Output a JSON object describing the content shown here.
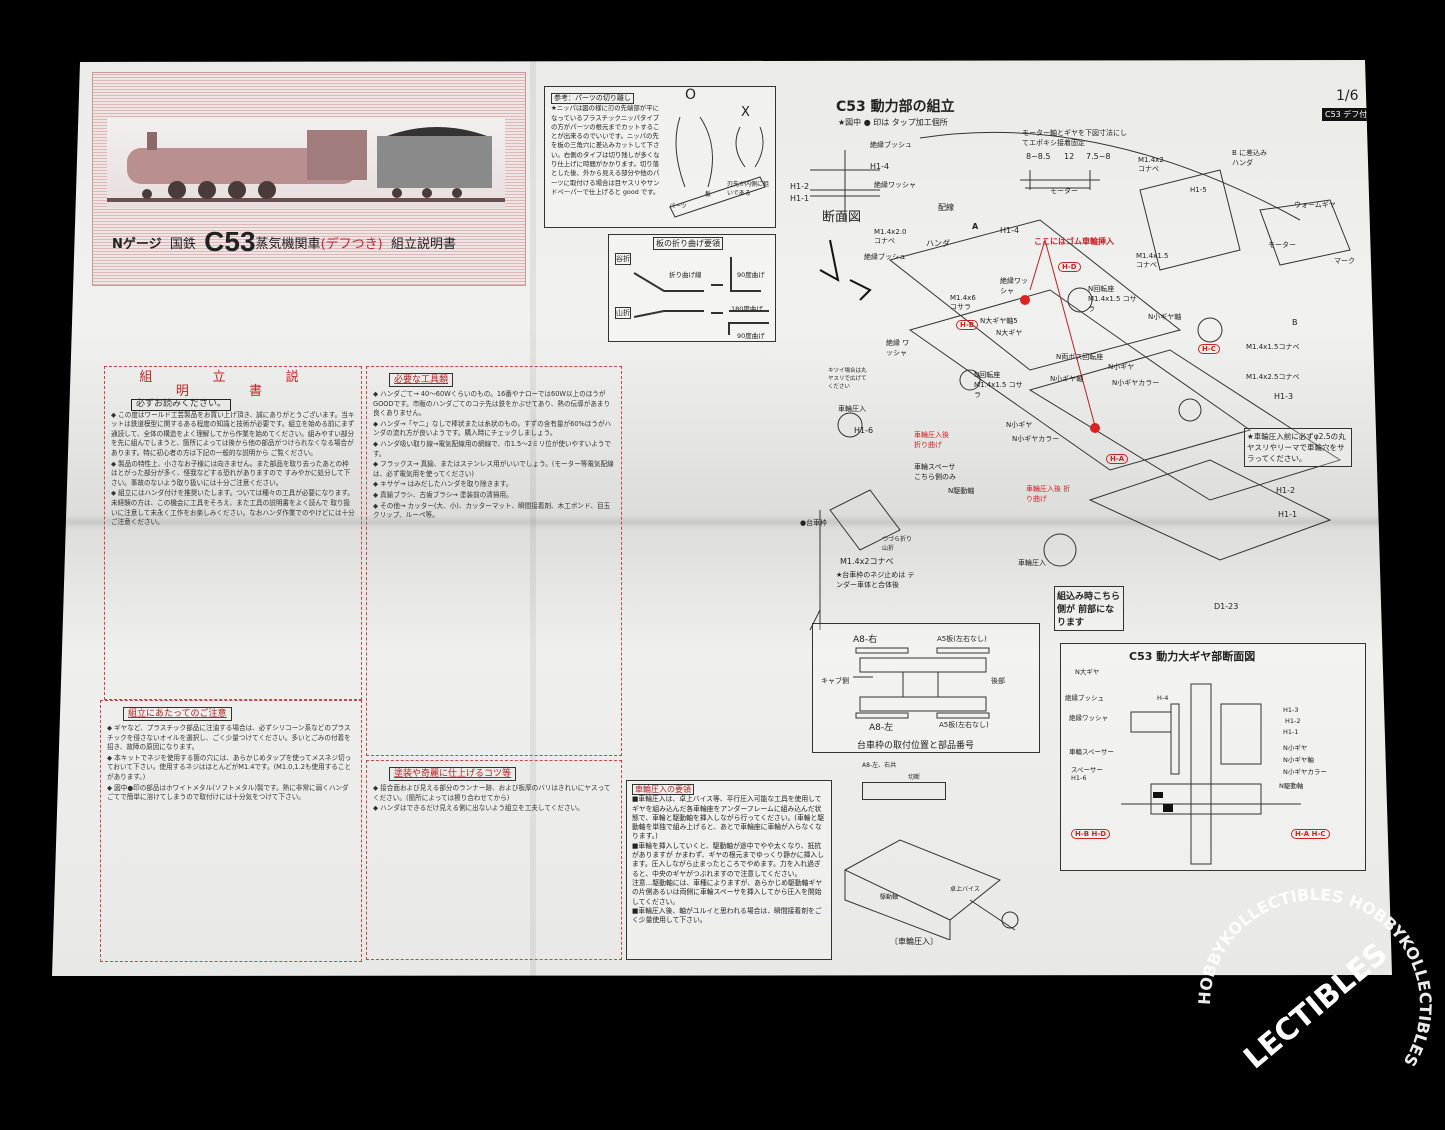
{
  "header": {
    "gauge": "Nゲージ",
    "railway": "国鉄",
    "model": "C53",
    "type": "蒸気機関車",
    "variant": "(デフつき)",
    "doc": "組立説明書",
    "page": "1/6",
    "badge": "C53 デフ付"
  },
  "instructions": {
    "title": "組 立 説 明 書",
    "must_read": "必ずお読みください。",
    "paras": [
      "この度はワールド工芸製品をお買い上げ頂き、誠にありがとうございます。当キットは鉄道模型に関するある程度の知識と技術が必要です。組立を始める前にまず通読して、全体の構造をよく理解してから作業を始めてください。組みやすい部分を先に組んでしまうと、箇所によっては後から他の部品がつけられなくなる場合があります。特に初心者の方は下記の一般的な説明から ご覧ください。",
      "製品の特性上、小さなお子様には向きません。また部品を取り去ったあとの枠はとがった部分が多く、怪我などする恐れがありますので すみやかに処分して下さい。事故のないよう取り扱いには十分ご注意ください。",
      "組立にはハンダ付けを推奨いたします。ついては種々の工具が必要になります。未経験の方は、この機会に工具をそろえ、また工具の説明書をよく読んで 取り扱いに注意して末永く工作をお楽しみください。なおハンダ作業でのやけどには十分ご注意ください。"
    ],
    "caution_heading": "組立にあたってのご注意",
    "caution_paras": [
      "ギヤなど、プラスチック部品に注油する場合は、必ずシリコーン系などのプラスチックを侵さないオイルを選択し、ごく少量つけてください。多いとごみの付着を招き、故障の原因になります。",
      "本キットでネジを使用する箇の穴には、あらかじめタップを使ってメスネジ切っておいて下さい。使用するネジはほとんどがM1.4です。(M1.0,1.2も使用することがあります。)",
      "図中●印の部品はホワイトメタル(ソフトメタル)製です。熱に非常に弱くハンダごてで簡単に溶けてしまうので取付けには十分気をつけて下さい。"
    ]
  },
  "tools": {
    "heading": "必要な工具類",
    "paras": [
      "ハンダごて→ 40〜60Wくらいのもの。16番やナローでは60W以上のほうがGOODです。市販のハンダごてのコテ先は鉄をかぶせてあり、熱の伝導があまり良くありません。",
      "ハンダ→「ヤニ」なしで棒状または糸状のもの。すずの含有量が60%ほうがハンダの流れ方が良いようです。購入時にチェックしましょう。",
      "ハンダ吸い取り線→電気配線用の網線で、巾1.5〜2ミリ位が使いやすいようです。",
      "フラックス→ 真鍮、またはステンレス用がいいでしょう。(モーター等電気配線は、必ず電気用を使ってください)",
      "キサゲ→ はみだしたハンダを取り除きます。",
      "真鍮ブラシ、古歯ブラシ→ 塗装前の清掃用。",
      "その他→ カッター(大、小)、カッターマット、瞬間接着剤、木工ボンド、目玉クリップ、ルーペ等。"
    ],
    "paint_heading": "塗装や奇麗に仕上げるコツ等",
    "paint_paras": [
      "接合面および見える部分のランナー跡、および板厚のバリはきれいにヤスってください。(箇所によっては擦り合わせてから)",
      "ハンダはできるだけ見える側に出ないよう組立を工夫してください。"
    ]
  },
  "cutting_note": {
    "heading": "参考：パーツの切り離し",
    "text": "★ニッパは図の様に刃の先端部が平になっているプラスチックニッパタイプの方がパーツの根元までカットすることが出来るのでいいです。ニッパの先を板の三角穴に差込みカットして下さい。右側のタイプは切り残しが多くなり仕上げに時間がかかります。切り落とした後、外から見える部分や他のパーツに取付ける場合は目ヤスリやサンドペーパーで仕上げると good です。",
    "good": "O",
    "bad": "X",
    "parts": "パーツ",
    "plate": "板",
    "blade_note": "刃先が内側に狙いである"
  },
  "bending": {
    "heading": "板の折り曲げ要領",
    "valley": "谷折",
    "mountain": "山折",
    "fold_line": "折り曲げ線",
    "deg90": "90度曲げ",
    "deg180": "180度曲げ",
    "deg90b": "90度曲げ"
  },
  "assembly": {
    "title": "C53 動力部の組立",
    "note": "★図中 ● 印は タップ加工個所",
    "motor_note": "モーター軸とギヤを下図寸法にしてエポキシ接着固定",
    "dims": [
      "8~8.5",
      "12",
      "7.5~8"
    ],
    "motor": "モーター",
    "section": "断面図",
    "labels": {
      "bush": "絶縁ブッシュ",
      "h14": "H1-4",
      "washer": "絶縁ワッシャ",
      "h12": "H1-2",
      "h11": "H1-1",
      "wiring": "配線",
      "a": "A",
      "screw20": "M1.4x2.0 コナベ",
      "solder": "ハンダ",
      "h14b": "H1-4",
      "rubber": "ここにはゴム車輪挿入",
      "hd": "H-D",
      "hb": "H-B",
      "hc": "H-C",
      "ha": "H-A",
      "bush2": "絶縁ブッシュ",
      "washer2": "絶縁ワッシャ",
      "m6": "M1.4x6 コサラ",
      "bigaxle": "N大ギヤ軸5",
      "biggear": "N大ギヤ",
      "rot1": "N回転座 M1.4x1.5 コサラ",
      "rot2": "N回転座 M1.4x1.5 コサラ",
      "small_axle": "N小ギヤ軸",
      "boss": "N両ボス回転座",
      "small_axle2": "N小ギヤ軸",
      "small_gear": "N小ギヤ",
      "collar": "N小ギヤカラー",
      "small_gear2": "N小ギヤ",
      "collar2": "N小ギヤカラー",
      "m15": "M1.4x1.5コナベ",
      "m25": "M1.4x2.5コナベ",
      "h13": "H1-3",
      "washer3": "絶縁 ワッシャ",
      "tight": "キツイ場合は丸ヤスリで広げてください",
      "press": "車輪圧入",
      "h16": "H1-6",
      "bend_after": "車輪圧入後 折り曲げ",
      "spacer": "車輪スペーサ こちら側のみ",
      "drive": "N駆動軸",
      "bend_after2": "車輪圧入後 折り曲げ",
      "bogie": "●台車枠",
      "zigzag": "つづら折り 山折",
      "m2": "M1.4x2コナベ",
      "bogie_note": "★台車枠のネジ止めは テンダー車体と合体後",
      "press2": "車輪圧入",
      "front": "組込み時こちら側が 前部になります",
      "h12b": "H1-2",
      "h11b": "H1-1",
      "d123": "D1-23",
      "axle_note": "★車輪圧入前に必ずφ2.5の丸ヤスリやリーマで車輪穴をサラってください。",
      "m2b": "M1.4x2 コナベ",
      "b_solder": "B に差込み ハンダ",
      "h15": "H1-5",
      "worm": "ウォームギヤ",
      "m15b": "M1.4x1.5 コナベ",
      "mark": "マーク",
      "b": "B",
      "motor2": "モーター"
    }
  },
  "bogie_frame": {
    "a8r": "A8-右",
    "a5a": "A5板(左右なし)",
    "cab": "キャブ側",
    "rear": "後部",
    "a8l": "A8-左",
    "a5b": "A5板(左右なし)",
    "caption": "台車枠の取付位置と部品番号",
    "both": "A8-左、右共",
    "cut": "切断"
  },
  "press_fit": {
    "heading": "車輪圧入の要領",
    "paras": [
      "■車輪圧入は、卓上バイス等、平行圧入可能な工具を使用してギヤを組み込んだ各車輪座をアンダーフレームに組み込んだ状態で、車輪と駆動軸を挿入しながら行ってください。(車輪と駆動軸を単独で組み上げると、あとで車輪座に車輪が入らなくなります。)",
      "■車輪を挿入していくと、駆動軸が途中でやや太くなり、抵抗がありますが かまわず、ギヤの根元までゆっくり静かに挿入します。圧入しながら止まったところでやめます。力を入れ過ぎると、中央のギヤがつぶれますので注意してください。",
      "注意…駆動軸には、車種によりますが、あらかじめ駆動軸ギヤの片側あるいは両側に車輪スペーサを挿入してから圧入を開始してください。",
      "■車輪圧入後、軸がユルイと思われる場合は、瞬間接着剤をごく少量使用して下さい。"
    ],
    "vise": "卓上バイス",
    "axle": "駆動軸",
    "caption": "〔車輪圧入〕"
  },
  "cross_section": {
    "title": "C53 動力大ギヤ部断面図",
    "labels": [
      "N大ギヤ",
      "絶縁ブッシュ",
      "H-4",
      "絶縁ワッシャ",
      "車輪スペーサー",
      "スペーサー H1-6",
      "H1-3",
      "H1-2",
      "H1-1",
      "N小ギヤ",
      "N小ギヤ軸",
      "N小ギヤカラー",
      "N駆動軸"
    ],
    "tag1": "H-B H-D",
    "tag2": "H-A H-C"
  },
  "watermark": "HOBBYKOLLECTIBLES"
}
